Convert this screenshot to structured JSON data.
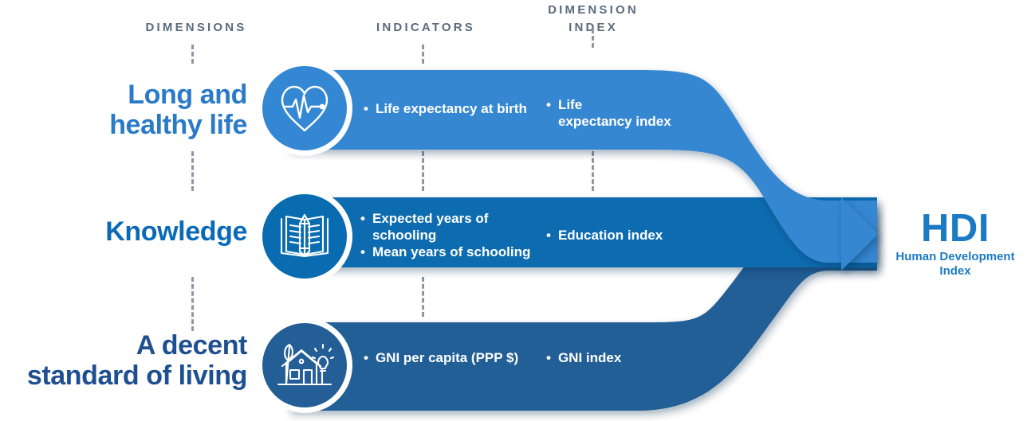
{
  "headers": {
    "dimensions": "Dimensions",
    "indicators": "Indicators",
    "dimension_index": "Dimension\nIndex"
  },
  "colors": {
    "band_health": "#3487d2",
    "band_education": "#0a6cb0",
    "band_living": "#235e96",
    "label_health": "#2b7ac9",
    "label_education": "#0b6ab8",
    "label_living": "#1d4f91",
    "header_text": "#5b6b7c",
    "dash_line": "#8c97a3",
    "hdi_text": "#1b7ac4",
    "band_text": "#ffffff",
    "circle_ring": "#ffffff"
  },
  "rows": [
    {
      "dimension_label": "Long and\nhealthy life",
      "icon": "heartbeat-icon",
      "indicators": [
        "Life expectancy at birth"
      ],
      "dimension_index": [
        "Life\nexpectancy index"
      ],
      "bullet": "•"
    },
    {
      "dimension_label": "Knowledge",
      "icon": "open-book-pencil-icon",
      "indicators": [
        "Expected years of\nschooling",
        "Mean years of schooling"
      ],
      "dimension_index": [
        "Education index"
      ],
      "bullet": "•"
    },
    {
      "dimension_label": "A decent\nstandard of living",
      "icon": "house-leaf-bulb-icon",
      "indicators": [
        "GNI per capita (PPP $)"
      ],
      "dimension_index": [
        "GNI index"
      ],
      "bullet": "•"
    }
  ],
  "result": {
    "acronym": "HDI",
    "full_name": "Human Development\nIndex"
  }
}
